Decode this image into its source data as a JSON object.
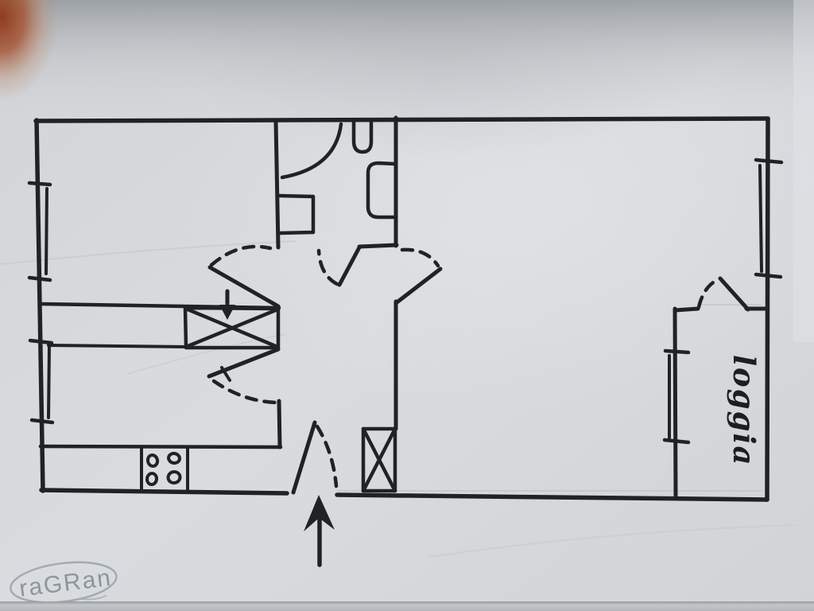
{
  "page": {
    "title": "Hand-drawn apartment floor plan sketch on paper (photo)"
  },
  "labels": {
    "loggia": "loggia"
  },
  "watermark": {
    "text": "raGRan"
  },
  "colors": {
    "ink": "#212126",
    "paper": "#d6d9dc",
    "background_top_shade": "#8f9499",
    "watermark_grey": "#878d98",
    "finger_blob": "#9c4a28",
    "paper_edge_shadow": "#b7bbbf"
  },
  "symbols": {
    "window_symbol": "double-line-with-end-ticks",
    "door_symbol": "leaf-line-with-dashed-swing-arc",
    "crossed_box": "wardrobe-or-shaft-x-box",
    "stove": "four-burner-circles",
    "toilet": "u-shape",
    "washbasin": "rounded-box-on-wall",
    "entrance": "up-arrow"
  }
}
